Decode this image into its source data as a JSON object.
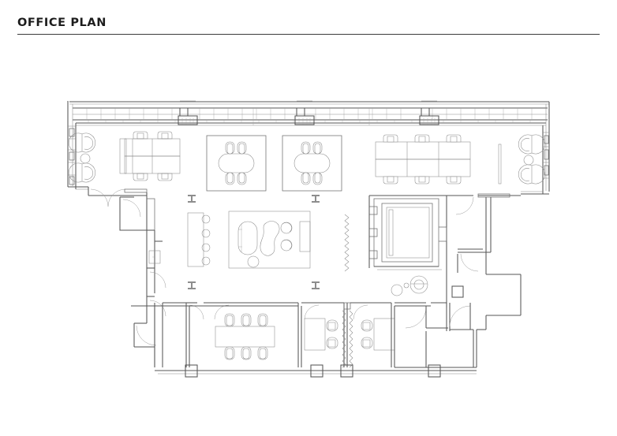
{
  "document": {
    "title": "OFFICE PLAN",
    "sheet_type": "architectural-floor-plan",
    "line_color": "#555555",
    "title_color": "#1c1c1c",
    "background": "#ffffff"
  },
  "plan": {
    "name": "office-floor-plan",
    "description": "Single-level office floor plan with open workstations, meeting pods, lounge, core, conference room and private offices",
    "orientation": "plan-view",
    "zones": [
      {
        "id": "north-curtain-wall",
        "label": "curtain-wall-glazing",
        "type": "exterior-glazing",
        "mullion_count": 34,
        "pilaster_count": 3
      },
      {
        "id": "west-lounge-seating",
        "label": "lounge-chairs-west",
        "type": "soft-seating",
        "chair_count": 2,
        "side_table_count": 1
      },
      {
        "id": "workstation-cluster-west",
        "label": "bench-desk-4-person",
        "type": "open-workstation",
        "desk_count": 4,
        "chair_count": 4
      },
      {
        "id": "meeting-pod-1",
        "label": "meeting-room-oval-4-seat",
        "type": "enclosed-meeting",
        "table": "oval",
        "chair_count": 4
      },
      {
        "id": "meeting-pod-2",
        "label": "meeting-room-oval-4-seat",
        "type": "enclosed-meeting",
        "table": "oval",
        "chair_count": 4
      },
      {
        "id": "workstation-cluster-east",
        "label": "bench-desk-6-person",
        "type": "open-workstation",
        "desk_count": 6,
        "chair_count": 6
      },
      {
        "id": "east-lounge-seating",
        "label": "lounge-chairs-east",
        "type": "soft-seating",
        "chair_count": 2,
        "side_table_count": 1
      },
      {
        "id": "pantry-utility",
        "label": "pantry-storage",
        "type": "service"
      },
      {
        "id": "bar-counter",
        "label": "bar-counter-4-stool",
        "type": "cafe-counter",
        "stool_count": 4
      },
      {
        "id": "central-lounge",
        "label": "lounge-organic-furniture",
        "type": "breakout",
        "sofa_count": 2,
        "armchair_count": 2,
        "table_count": 1
      },
      {
        "id": "planting-screen",
        "label": "zigzag-screen-planting",
        "type": "partition"
      },
      {
        "id": "building-core",
        "label": "elevator-stair-core",
        "type": "core"
      },
      {
        "id": "wc-fixtures",
        "label": "washroom-fixtures",
        "type": "service"
      },
      {
        "id": "conference-room",
        "label": "conference-room-6-seat",
        "type": "enclosed-meeting",
        "chair_count": 6
      },
      {
        "id": "private-office-1",
        "label": "private-office-2-chair",
        "type": "enclosed-office",
        "chair_count": 2
      },
      {
        "id": "private-office-2",
        "label": "private-office-2-chair",
        "type": "enclosed-office",
        "chair_count": 2
      },
      {
        "id": "reception-lobby",
        "label": "lobby-circulation",
        "type": "circulation"
      }
    ],
    "symbols": {
      "column_marker": "i-beam-column",
      "column_marker_count": 4,
      "structural_column_count": 4,
      "door_swing_count": 14
    }
  }
}
